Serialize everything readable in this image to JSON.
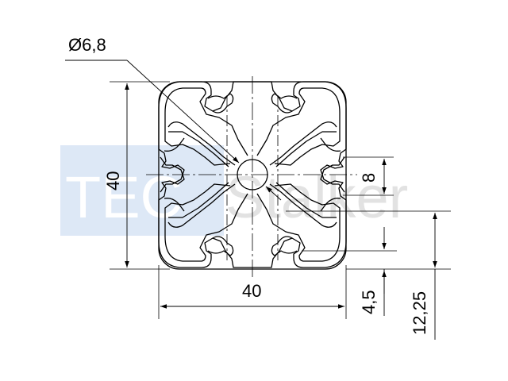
{
  "watermark": {
    "left": "TEC",
    "right": "Stalker",
    "panel_color": "#dde8f6",
    "left_color": "#ffffff",
    "right_color": "#e2e2e2"
  },
  "dimensions": {
    "diameter": "Ø6,8",
    "width": "40",
    "height": "40",
    "slot": "8",
    "depth": "4,5",
    "offset": "12,25"
  },
  "colors": {
    "line": "#000000",
    "background": "#ffffff"
  }
}
